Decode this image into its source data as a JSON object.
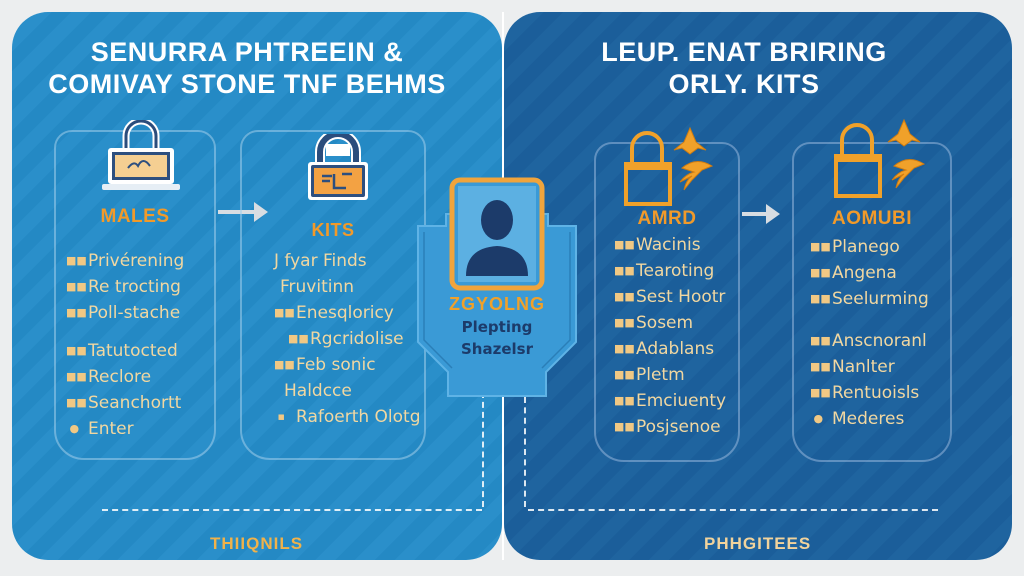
{
  "left_panel": {
    "title_line1": "SENURRA PHTREEIN &",
    "title_line2": "COMIVAY STONE TNF BEHMS",
    "cards": [
      {
        "heading": "MALES",
        "icon": "laptop-lock-icon",
        "items": [
          "Privérening",
          "Re trocting",
          "Poll-stache",
          "Tatutocted",
          "Reclore",
          "Seanchortt",
          "Enter"
        ]
      },
      {
        "heading": "KITS",
        "icon": "padlock-icon",
        "items": [
          "J fyar Finds",
          "Fruvitinn",
          "Enesqloricy",
          "Rgcridolise",
          "Feb sonic",
          "Haldcce",
          "Rafoerth Olotg"
        ]
      }
    ],
    "footer": "THIIQNILS"
  },
  "center_badge": {
    "icon": "user-avatar-icon",
    "label1": "ZGYOLNG",
    "label2": "Plepting",
    "label3": "Shazelsr"
  },
  "right_panel": {
    "title_line1": "LEUP. ENAT BRIRING",
    "title_line2": "ORLY. KITS",
    "cards": [
      {
        "heading": "AMRD",
        "icon": "padlock-outline-icon",
        "items": [
          "Wacinis",
          "Tearoting",
          "Sest Hootr",
          "Sosem",
          "Adablans",
          "Pletm",
          "Emciuenty",
          "Posjsenoe"
        ]
      },
      {
        "heading": "AOMUBI",
        "icon": "padlock-outline-icon",
        "items": [
          "Planego",
          "Angena",
          "Seelurming",
          "Anscnoranl",
          "Nanlter",
          "Rentuoisls",
          "Mederes"
        ]
      }
    ],
    "footer": "PHHGITEES"
  },
  "colors": {
    "left_panel": "#2489c4",
    "right_panel": "#1b5e9a",
    "accent_orange": "#f19a2a",
    "item_text": "#f1d7a1",
    "footer_left": "#f0b24a",
    "footer_right": "#f1d39c"
  }
}
